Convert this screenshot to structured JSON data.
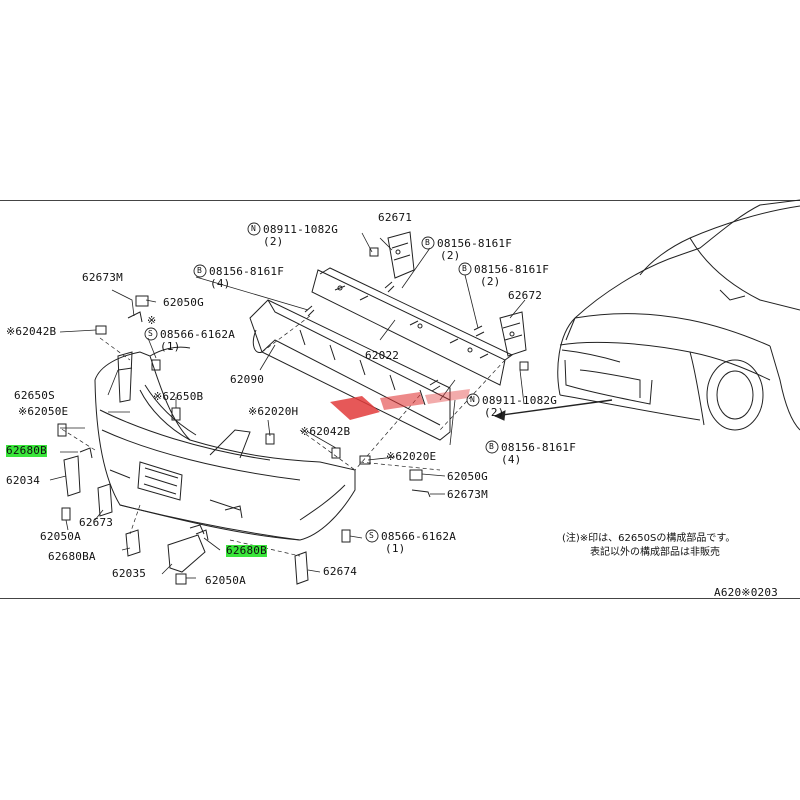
{
  "diagram": {
    "callouts": {
      "p62671": "62671",
      "n08911_top": "08911-1082G",
      "n08911_top_qty": "(2)",
      "b08156_top": "08156-8161F",
      "b08156_top_qty": "(2)",
      "b08156_right": "08156-8161F",
      "b08156_right_qty": "(2)",
      "b08156_left": "08156-8161F",
      "b08156_left_qty": "(4)",
      "p62672": "62672",
      "p62673m_top": "62673M",
      "p62050g_top": "62050G",
      "p62042b_left": "※62042B",
      "ref_mark": "※",
      "s08566_top": "08566-6162A",
      "s08566_top_qty": "(1)",
      "p62022": "62022",
      "p62090": "62090",
      "p62650s": "62650S",
      "p62650b": "※62650B",
      "p62050e": "※62050E",
      "p62680b_left": "62680B",
      "p62020h": "※62020H",
      "p62042b_mid": "※62042B",
      "n08911_right": "08911-1082G",
      "n08911_right_qty": "(2)",
      "b08156_low": "08156-8161F",
      "b08156_low_qty": "(4)",
      "p62020e": "※62020E",
      "p62034": "62034",
      "p62050g_mid": "62050G",
      "p62673m_mid": "62673M",
      "p62673": "62673",
      "p62050a_left": "62050A",
      "s08566_low": "08566-6162A",
      "s08566_low_qty": "(1)",
      "p62680ba": "62680BA",
      "p62680b_mid": "62680B",
      "p62035": "62035",
      "p62050a_mid": "62050A",
      "p62674": "62674",
      "note_line1": "(注)※印は、62650Sの構成部品です。",
      "note_line2": "表記以外の構成部品は非販売",
      "figure_code": "A620※0203"
    },
    "prefix_symbols": {
      "n": "N",
      "b": "B",
      "s": "S"
    },
    "colors": {
      "highlight": "#39e63a",
      "line": "#222222",
      "watermark": "#e23b3b"
    }
  }
}
